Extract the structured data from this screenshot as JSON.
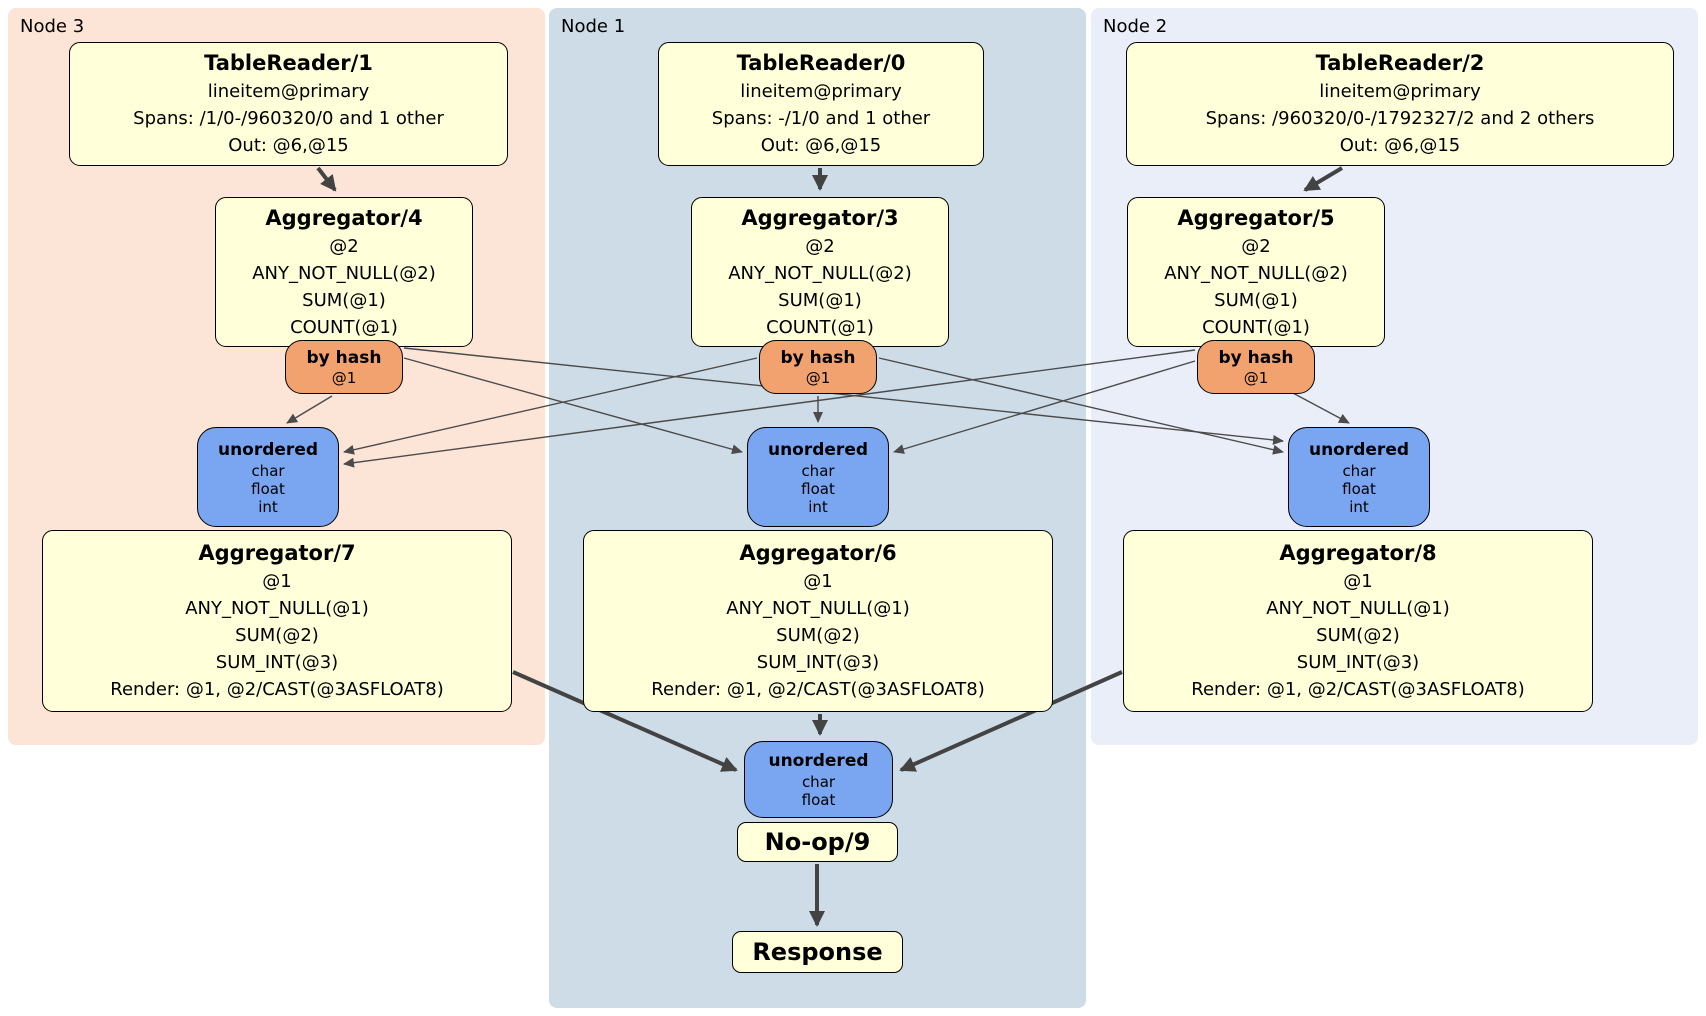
{
  "regions": {
    "node3": {
      "label": "Node 3",
      "bg": "#fce4d6"
    },
    "node1": {
      "label": "Node 1",
      "bg": "#cddce6"
    },
    "node2": {
      "label": "Node 2",
      "bg": "#e9eef8"
    }
  },
  "colors": {
    "processor_fill": "#ffffd9",
    "router_fill": "#f2a26e",
    "sync_fill": "#79a5f1",
    "box_border": "#000000",
    "edge_thick": "#434343",
    "edge_thin": "#4b4b4b"
  },
  "boxes": {
    "tr1": {
      "title": "TableReader/1",
      "lines": [
        "lineitem@primary",
        "Spans: /1/0-/960320/0 and 1 other",
        "Out: @6,@15"
      ]
    },
    "tr0": {
      "title": "TableReader/0",
      "lines": [
        "lineitem@primary",
        "Spans: -/1/0 and 1 other",
        "Out: @6,@15"
      ]
    },
    "tr2": {
      "title": "TableReader/2",
      "lines": [
        "lineitem@primary",
        "Spans: /960320/0-/1792327/2 and 2 others",
        "Out: @6,@15"
      ]
    },
    "agg4": {
      "title": "Aggregator/4",
      "lines": [
        "@2",
        "ANY_NOT_NULL(@2)",
        "SUM(@1)",
        "COUNT(@1)"
      ]
    },
    "agg3": {
      "title": "Aggregator/3",
      "lines": [
        "@2",
        "ANY_NOT_NULL(@2)",
        "SUM(@1)",
        "COUNT(@1)"
      ]
    },
    "agg5": {
      "title": "Aggregator/5",
      "lines": [
        "@2",
        "ANY_NOT_NULL(@2)",
        "SUM(@1)",
        "COUNT(@1)"
      ]
    },
    "byhash3": {
      "title": "by hash",
      "lines": [
        "@1"
      ]
    },
    "byhash1": {
      "title": "by hash",
      "lines": [
        "@1"
      ]
    },
    "byhash5": {
      "title": "by hash",
      "lines": [
        "@1"
      ]
    },
    "unord3": {
      "title": "unordered",
      "lines": [
        "char",
        "float",
        "int"
      ]
    },
    "unord1": {
      "title": "unordered",
      "lines": [
        "char",
        "float",
        "int"
      ]
    },
    "unord2": {
      "title": "unordered",
      "lines": [
        "char",
        "float",
        "int"
      ]
    },
    "agg7": {
      "title": "Aggregator/7",
      "lines": [
        "@1",
        "ANY_NOT_NULL(@1)",
        "SUM(@2)",
        "SUM_INT(@3)",
        "Render: @1, @2/CAST(@3ASFLOAT8)"
      ]
    },
    "agg6": {
      "title": "Aggregator/6",
      "lines": [
        "@1",
        "ANY_NOT_NULL(@1)",
        "SUM(@2)",
        "SUM_INT(@3)",
        "Render: @1, @2/CAST(@3ASFLOAT8)"
      ]
    },
    "agg8": {
      "title": "Aggregator/8",
      "lines": [
        "@1",
        "ANY_NOT_NULL(@1)",
        "SUM(@2)",
        "SUM_INT(@3)",
        "Render: @1, @2/CAST(@3ASFLOAT8)"
      ]
    },
    "unordfinal": {
      "title": "unordered",
      "lines": [
        "char",
        "float"
      ]
    },
    "noop": {
      "title": "No-op/9"
    },
    "response": {
      "title": "Response"
    }
  },
  "edges": [
    {
      "from": "TableReader/1",
      "to": "Aggregator/4",
      "style": "thick"
    },
    {
      "from": "TableReader/0",
      "to": "Aggregator/3",
      "style": "thick"
    },
    {
      "from": "TableReader/2",
      "to": "Aggregator/5",
      "style": "thick"
    },
    {
      "from": "by hash (Node 3)",
      "to": "unordered (Node 3)",
      "style": "thin"
    },
    {
      "from": "by hash (Node 3)",
      "to": "unordered (Node 1)",
      "style": "thin"
    },
    {
      "from": "by hash (Node 3)",
      "to": "unordered (Node 2)",
      "style": "thin"
    },
    {
      "from": "by hash (Node 1)",
      "to": "unordered (Node 3)",
      "style": "thin"
    },
    {
      "from": "by hash (Node 1)",
      "to": "unordered (Node 1)",
      "style": "thin"
    },
    {
      "from": "by hash (Node 1)",
      "to": "unordered (Node 2)",
      "style": "thin"
    },
    {
      "from": "by hash (Node 2)",
      "to": "unordered (Node 3)",
      "style": "thin"
    },
    {
      "from": "by hash (Node 2)",
      "to": "unordered (Node 1)",
      "style": "thin"
    },
    {
      "from": "by hash (Node 2)",
      "to": "unordered (Node 2)",
      "style": "thin"
    },
    {
      "from": "Aggregator/7",
      "to": "unordered (final)",
      "style": "thick"
    },
    {
      "from": "Aggregator/6",
      "to": "unordered (final)",
      "style": "thick"
    },
    {
      "from": "Aggregator/8",
      "to": "unordered (final)",
      "style": "thick"
    },
    {
      "from": "No-op/9",
      "to": "Response",
      "style": "thick"
    }
  ]
}
